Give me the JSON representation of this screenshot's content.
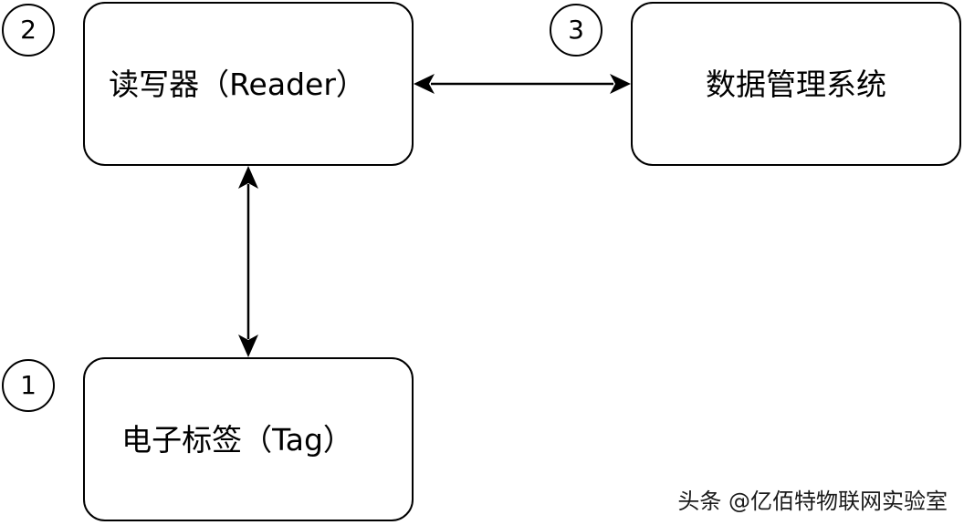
{
  "nodes": {
    "reader": {
      "label": "读写器（Reader）",
      "number": "2"
    },
    "data_management": {
      "label": "数据管理系统",
      "number": "3"
    },
    "tag": {
      "label": "电子标签（Tag）",
      "number": "1"
    }
  },
  "edges": [
    {
      "from": "reader",
      "to": "data_management",
      "direction": "bidirectional"
    },
    {
      "from": "reader",
      "to": "tag",
      "direction": "bidirectional"
    }
  ],
  "watermark": "头条 @亿佰特物联网实验室"
}
